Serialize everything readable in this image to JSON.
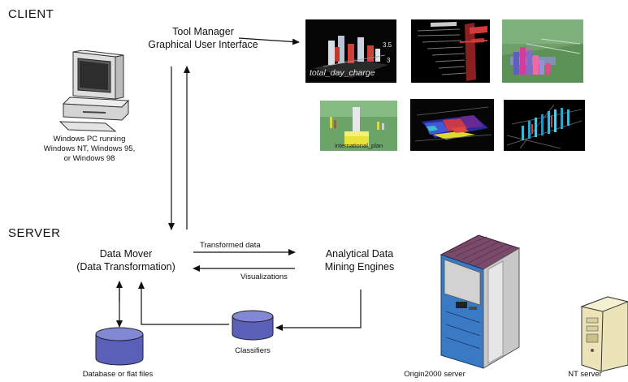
{
  "sections": {
    "client": "CLIENT",
    "server": "SERVER"
  },
  "nodes": {
    "tool_manager_line1": "Tool Manager",
    "tool_manager_line2": "Graphical User Interface",
    "pc_line1": "Windows PC running",
    "pc_line2": "Windows NT, Windows 95,",
    "pc_line3": "or Windows 98",
    "data_mover_line1": "Data Mover",
    "data_mover_line2": "(Data Transformation)",
    "engines_line1": "Analytical Data",
    "engines_line2": "Mining Engines",
    "classifiers": "Classifiers",
    "database": "Database or flat files",
    "origin_server": "Origin2000 server",
    "nt_server": "NT server"
  },
  "edges": {
    "transformed_data": "Transformed data",
    "visualizations": "Visualizations"
  },
  "thumbnails": {
    "t1_caption": "total_day_charge",
    "t1_value_a": "3.5",
    "t1_value_b": "3",
    "t4_caption": "international_plan"
  },
  "colors": {
    "database_fill": "#5a60b8",
    "server_blue": "#3a79c4",
    "server_maroon": "#7a4a6a",
    "nt_case": "#ece3b8"
  },
  "icons": [
    "pc-icon",
    "database-icon",
    "classifiers-icon",
    "origin2000-server-icon",
    "nt-server-icon"
  ]
}
